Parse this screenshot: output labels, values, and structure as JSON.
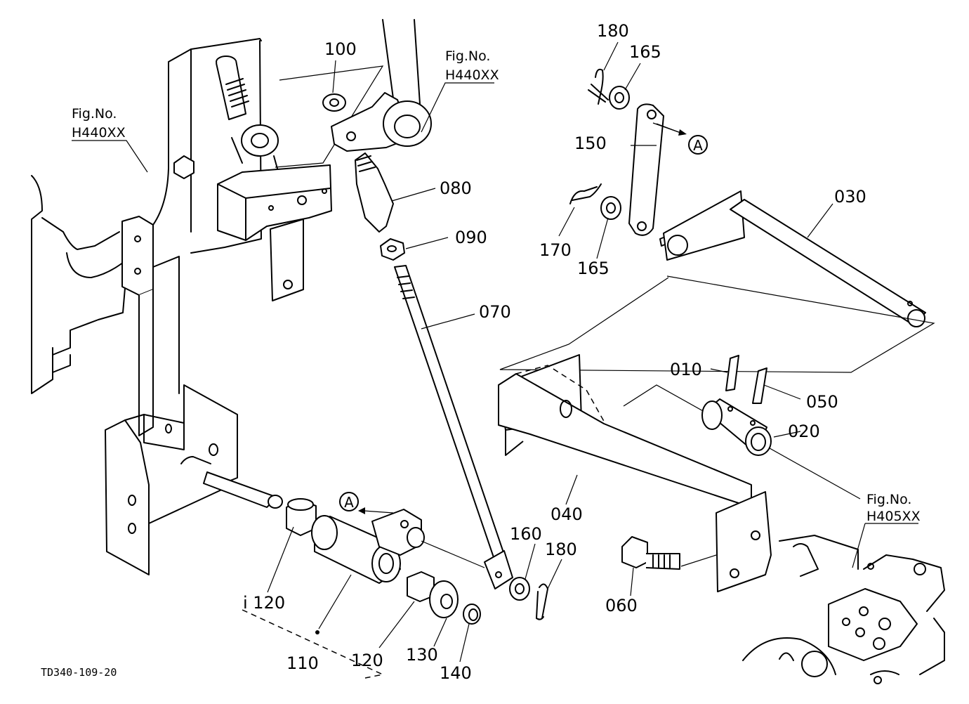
{
  "drawing_code": "TD340-109-20",
  "fig_refs": [
    {
      "id": "fig-ref-left",
      "label": "Fig.No.",
      "code": "H440XX"
    },
    {
      "id": "fig-ref-top",
      "label": "Fig.No.",
      "code": "H440XX"
    },
    {
      "id": "fig-ref-right",
      "label": "Fig.No.",
      "code": "H405XX"
    }
  ],
  "callout_marker": "A",
  "part_numbers": {
    "p010": "010",
    "p020": "020",
    "p030": "030",
    "p040": "040",
    "p050": "050",
    "p060": "060",
    "p070": "070",
    "p080": "080",
    "p090": "090",
    "p100": "100",
    "p110": "110",
    "p120a": "i 120",
    "p120b": "120",
    "p130": "130",
    "p140": "140",
    "p150": "150",
    "p160": "160",
    "p165a": "165",
    "p165b": "165",
    "p170": "170",
    "p180a": "180",
    "p180b": "180"
  }
}
